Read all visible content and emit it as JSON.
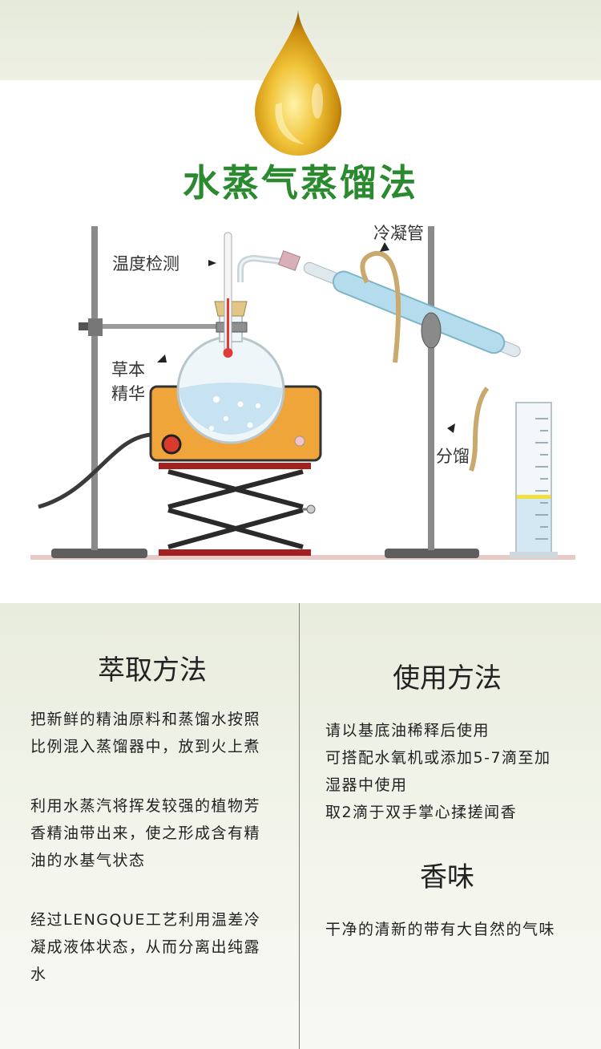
{
  "title": "水蒸气蒸馏法",
  "apparatus": {
    "label_temp": "温度检测",
    "label_condenser": "冷凝管",
    "label_herb_line1": "草本",
    "label_herb_line2": "精华",
    "label_distill": "分馏"
  },
  "extraction": {
    "title": "萃取方法",
    "p1_l1": "把新鲜的精油原料和蒸馏水按照",
    "p1_l2": "比例混入蒸馏器中，放到火上煮",
    "p2_l1": "利用水蒸汽将挥发较强的植物芳",
    "p2_l2": "香精油带出来，使之形成含有精",
    "p2_l3": "油的水基气状态",
    "p3_l1": "经过LENGQUE工艺利用温差冷",
    "p3_l2": "凝成液体状态，从而分离出纯露",
    "p3_l3": "水"
  },
  "usage": {
    "title": "使用方法",
    "l1": "请以基底油稀释后使用",
    "l2": "可搭配水氧机或添加5-7滴至加",
    "l3": "湿器中使用",
    "l4": "取2滴于双手掌心揉搓闻香"
  },
  "scent": {
    "title": "香味",
    "l1": "干净的清新的带有大自然的气味"
  },
  "colors": {
    "title_green": "#2b8a2f",
    "oil_gold": "#e0a81c",
    "heater_orange": "#f0a53a",
    "lift_red": "#a3201f"
  }
}
